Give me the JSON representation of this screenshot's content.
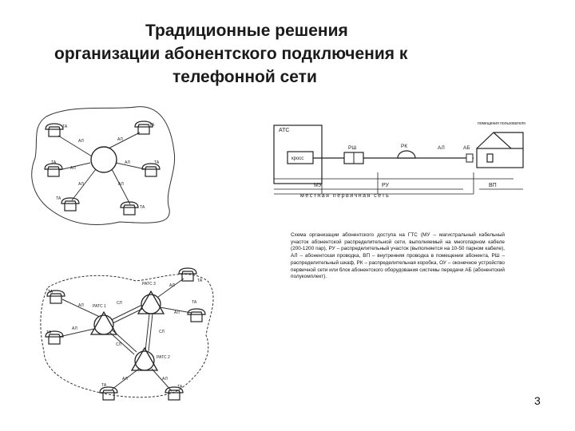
{
  "slide": {
    "title_lines": [
      "Традиционные решения",
      "организации абонентского подключения  к",
      "телефонной сети"
    ],
    "page_number": "3"
  },
  "diagram_star": {
    "terminal_label": "ТА",
    "line_label": "АЛ"
  },
  "diagram_access": {
    "exchange_label": "АТС",
    "cross_label": "кросс",
    "cabinet_label": "РШ",
    "box_label": "РК",
    "line_label": "АЛ",
    "subscriber_label": "АБ",
    "premises_label": "помещения пользователя",
    "main_section": "МУ",
    "distribution_section": "РУ",
    "indoor_section": "ВП",
    "local_network": "местная первичная сеть"
  },
  "caption": {
    "text": "Схема организации абонентского доступа на ГТС (МУ – магистральный кабельный участок абонентской распределительной сети, выполняемый на многопарном кабеле (200-1200 пар), РУ – распределительный участок (выполняется на 10-50 парном кабеле), АЛ – абонентская проводка, ВП – внутренняя проводка в помещении абонента, РШ – распределительный шкаф, РК – распределительная коробка, ОУ – оконечное устройство первичной сети или блок абонентского оборудования системы передачи АБ (абонентский полукомплект)."
  },
  "diagram_mesh": {
    "exchange_1": "РАТС 1",
    "exchange_2": "РАТС 2",
    "exchange_3": "РАТС 3",
    "trunk_label": "СЛ",
    "line_label": "АЛ",
    "terminal_label": "ТА"
  }
}
